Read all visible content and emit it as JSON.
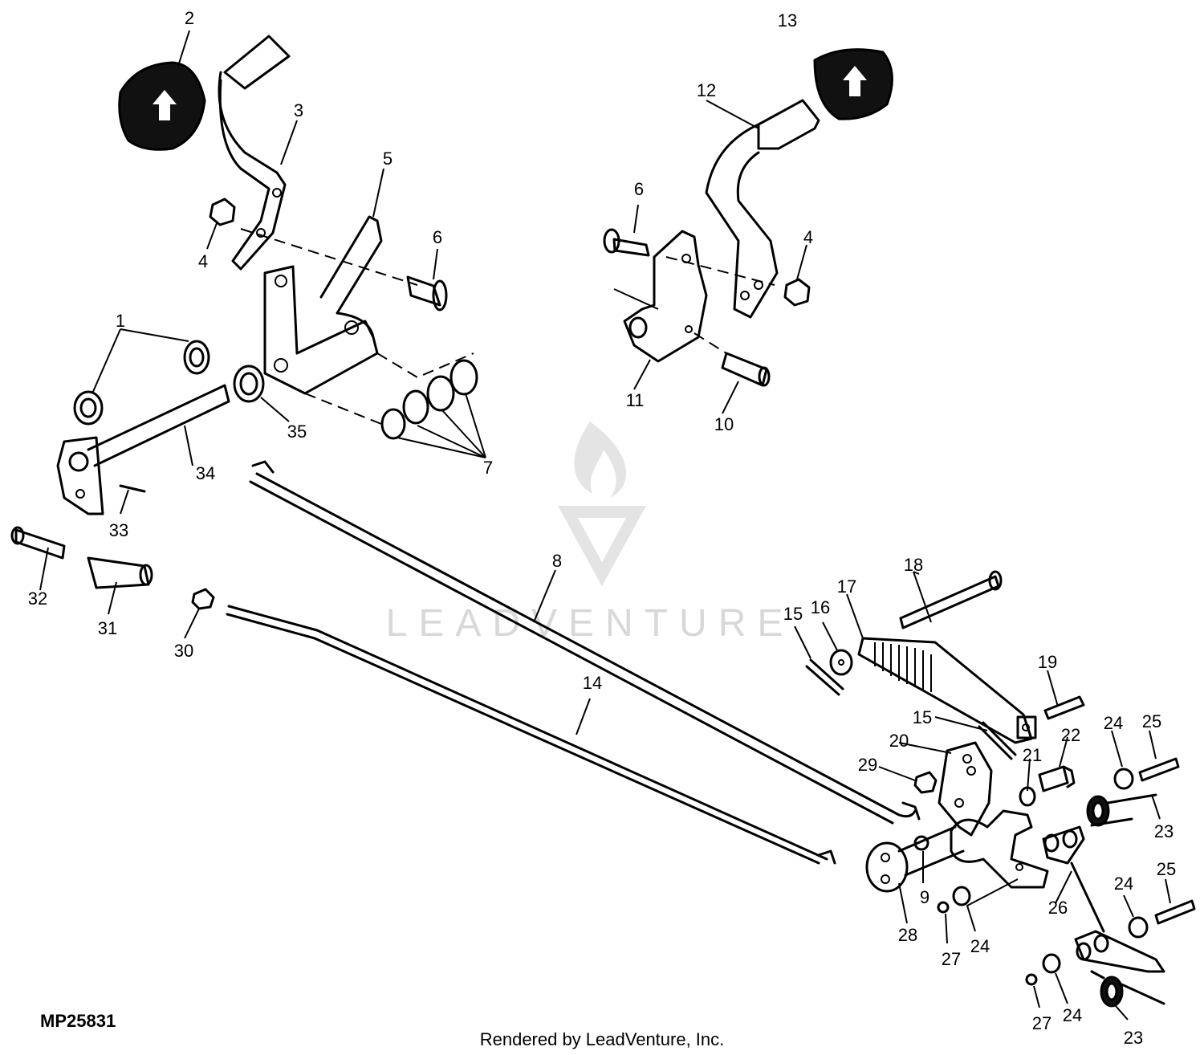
{
  "diagram_id": "MP25831",
  "footer_credit": "Rendered by LeadVenture, Inc.",
  "watermark": "LEADVENTURE",
  "callouts": [
    "1",
    "2",
    "3",
    "4",
    "5",
    "6",
    "7",
    "8",
    "9",
    "10",
    "11",
    "12",
    "13",
    "14",
    "15",
    "16",
    "17",
    "18",
    "19",
    "20",
    "21",
    "22",
    "23",
    "24",
    "25",
    "26",
    "27",
    "28",
    "29",
    "30",
    "31",
    "32",
    "33",
    "34",
    "35"
  ]
}
